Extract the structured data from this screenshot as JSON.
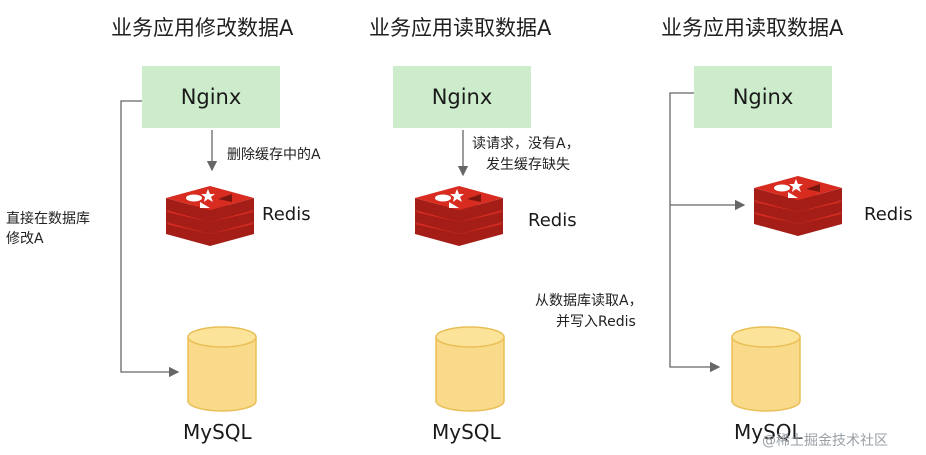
{
  "colors": {
    "nginx_fill": "#cdeccc",
    "redis_red": "#d82c20",
    "redis_dark": "#a41e17",
    "db_fill": "#f9d98a",
    "db_top": "#fbe39a",
    "db_stroke": "#e9bf55",
    "arrow": "#666666"
  },
  "panels": [
    {
      "title": "业务应用修改数据A",
      "nginx": "Nginx",
      "redis": "Redis",
      "mysql": "MySQL",
      "label_nginx_redis": [
        "删除缓存中的A"
      ],
      "label_db": [
        "直接在数据库",
        "修改A"
      ]
    },
    {
      "title": "业务应用读取数据A",
      "nginx": "Nginx",
      "redis": "Redis",
      "mysql": "MySQL",
      "label_nginx_redis": [
        "读请求，没有A，",
        "发生缓存缺失"
      ]
    },
    {
      "title": "业务应用读取数据A",
      "nginx": "Nginx",
      "redis": "Redis",
      "mysql": "MySQL",
      "label_db": [
        "从数据库读取A，",
        "并写入Redis"
      ]
    }
  ],
  "watermark": "@稀土掘金技术社区",
  "icons": [
    "arrow-icon",
    "redis-logo-icon",
    "database-icon"
  ]
}
